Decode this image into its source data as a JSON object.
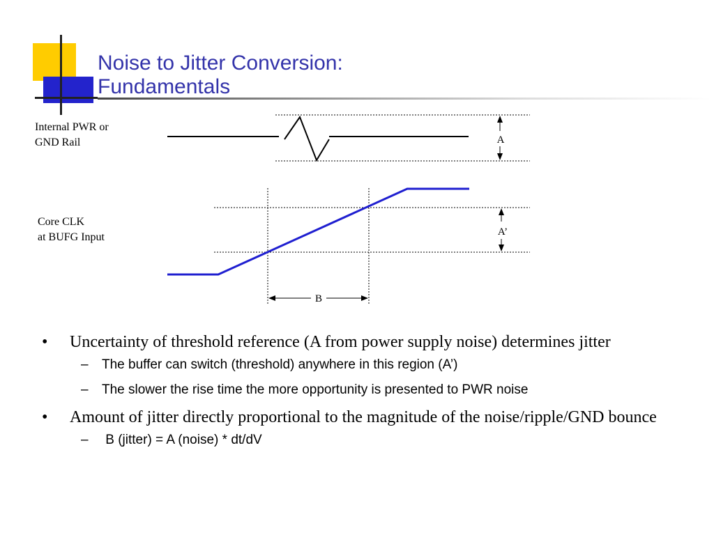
{
  "slide": {
    "title_line1": "Noise to Jitter Conversion:",
    "title_line2": "Fundamentals"
  },
  "diagram": {
    "rail_label_line1": "Internal PWR or",
    "rail_label_line2": "GND Rail",
    "clk_label_line1": "Core CLK",
    "clk_label_line2": "at BUFG Input",
    "marker_a": "A",
    "marker_a_prime": "A’",
    "marker_b": "B",
    "colors": {
      "clock_trace": "#1f1fd0",
      "rail_trace": "#000000"
    }
  },
  "bullets": [
    {
      "text": "Uncertainty of threshold reference (A from power supply noise) determines jitter",
      "subs": [
        "The buffer can switch (threshold) anywhere in this region (A’)",
        "The slower the rise time the more opportunity is presented to PWR noise"
      ]
    },
    {
      "text": "Amount of jitter directly proportional to the magnitude of the noise/ripple/GND bounce",
      "subs": [
        " B (jitter) = A (noise) * dt/dV"
      ]
    }
  ],
  "glyphs": {
    "bullet": "•",
    "dash": "–"
  }
}
